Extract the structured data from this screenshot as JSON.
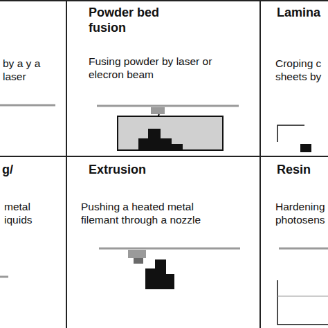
{
  "diagram": {
    "nodes": [
      {
        "text": [
          "by a y a laser"
        ]
      },
      {
        "text": [
          "Powder bed fusion",
          "Fusing powder by laser or elecron beam"
        ]
      },
      {
        "text": [
          "Lamina",
          "Croping c sheets by"
        ]
      },
      {
        "text": [
          "g/",
          "metal iquids"
        ]
      },
      {
        "text": [
          "Extrusion",
          "Pushing a heated metal filemant through a nozzle"
        ]
      },
      {
        "text": [
          "Resin",
          "Hardening photosens"
        ]
      }
    ]
  }
}
